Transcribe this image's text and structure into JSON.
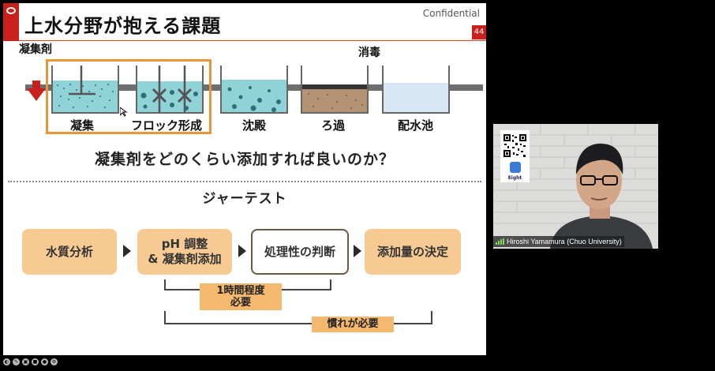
{
  "slide": {
    "title": "上水分野が抱える課題",
    "confidential": "Confidential",
    "page_number": "44",
    "coagulant_label": "凝集剤",
    "disinfection_label": "消毒",
    "tanks": [
      "凝集",
      "フロック形成",
      "沈殿",
      "ろ過",
      "配水池"
    ],
    "question": "凝集剤をどのくらい添加すれば良いのか？",
    "section_title": "ジャーテスト",
    "steps": [
      {
        "label": "水質分析"
      },
      {
        "label_line1": "pH 調整",
        "label_line2": "& 凝集剤添加"
      },
      {
        "label": "処理性の判断"
      },
      {
        "label": "添加量の決定"
      }
    ],
    "note_time_line1": "1時間程度",
    "note_time_line2": "必要",
    "note_experience": "慣れが必要",
    "colors": {
      "brand_red": "#c8201a",
      "highlight_orange": "#e8963a",
      "step_fill": "#f6ca92",
      "water": "#8fd3d8"
    }
  },
  "video": {
    "participant_name": "Hiroshi Yamamura (Chuo University)",
    "card_label": "Eight",
    "icons": [
      "qr-code-icon",
      "signal-bars-icon"
    ]
  },
  "toolbar_icons": [
    "zoom-icon",
    "pen-icon",
    "screen-icon",
    "camera-icon",
    "record-icon",
    "settings-icon"
  ]
}
